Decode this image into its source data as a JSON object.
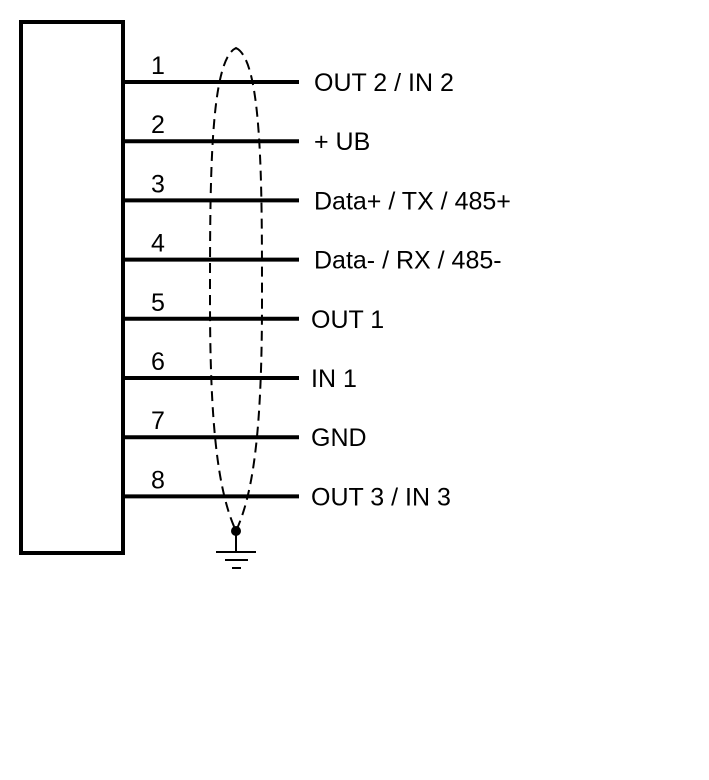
{
  "diagram": {
    "type": "connector-pinout",
    "pins": [
      {
        "number": "1",
        "label": "OUT 2 / IN 2"
      },
      {
        "number": "2",
        "label": "+ UB"
      },
      {
        "number": "3",
        "label": "Data+ / TX / 485+"
      },
      {
        "number": "4",
        "label": "Data- / RX / 485-"
      },
      {
        "number": "5",
        "label": "OUT 1"
      },
      {
        "number": "6",
        "label": "IN 1"
      },
      {
        "number": "7",
        "label": "GND"
      },
      {
        "number": "8",
        "label": "OUT 3 / IN 3"
      }
    ],
    "shield": "dashed-ellipse",
    "ground": "ground-symbol",
    "colors": {
      "stroke": "#000000",
      "background": "#ffffff"
    }
  }
}
